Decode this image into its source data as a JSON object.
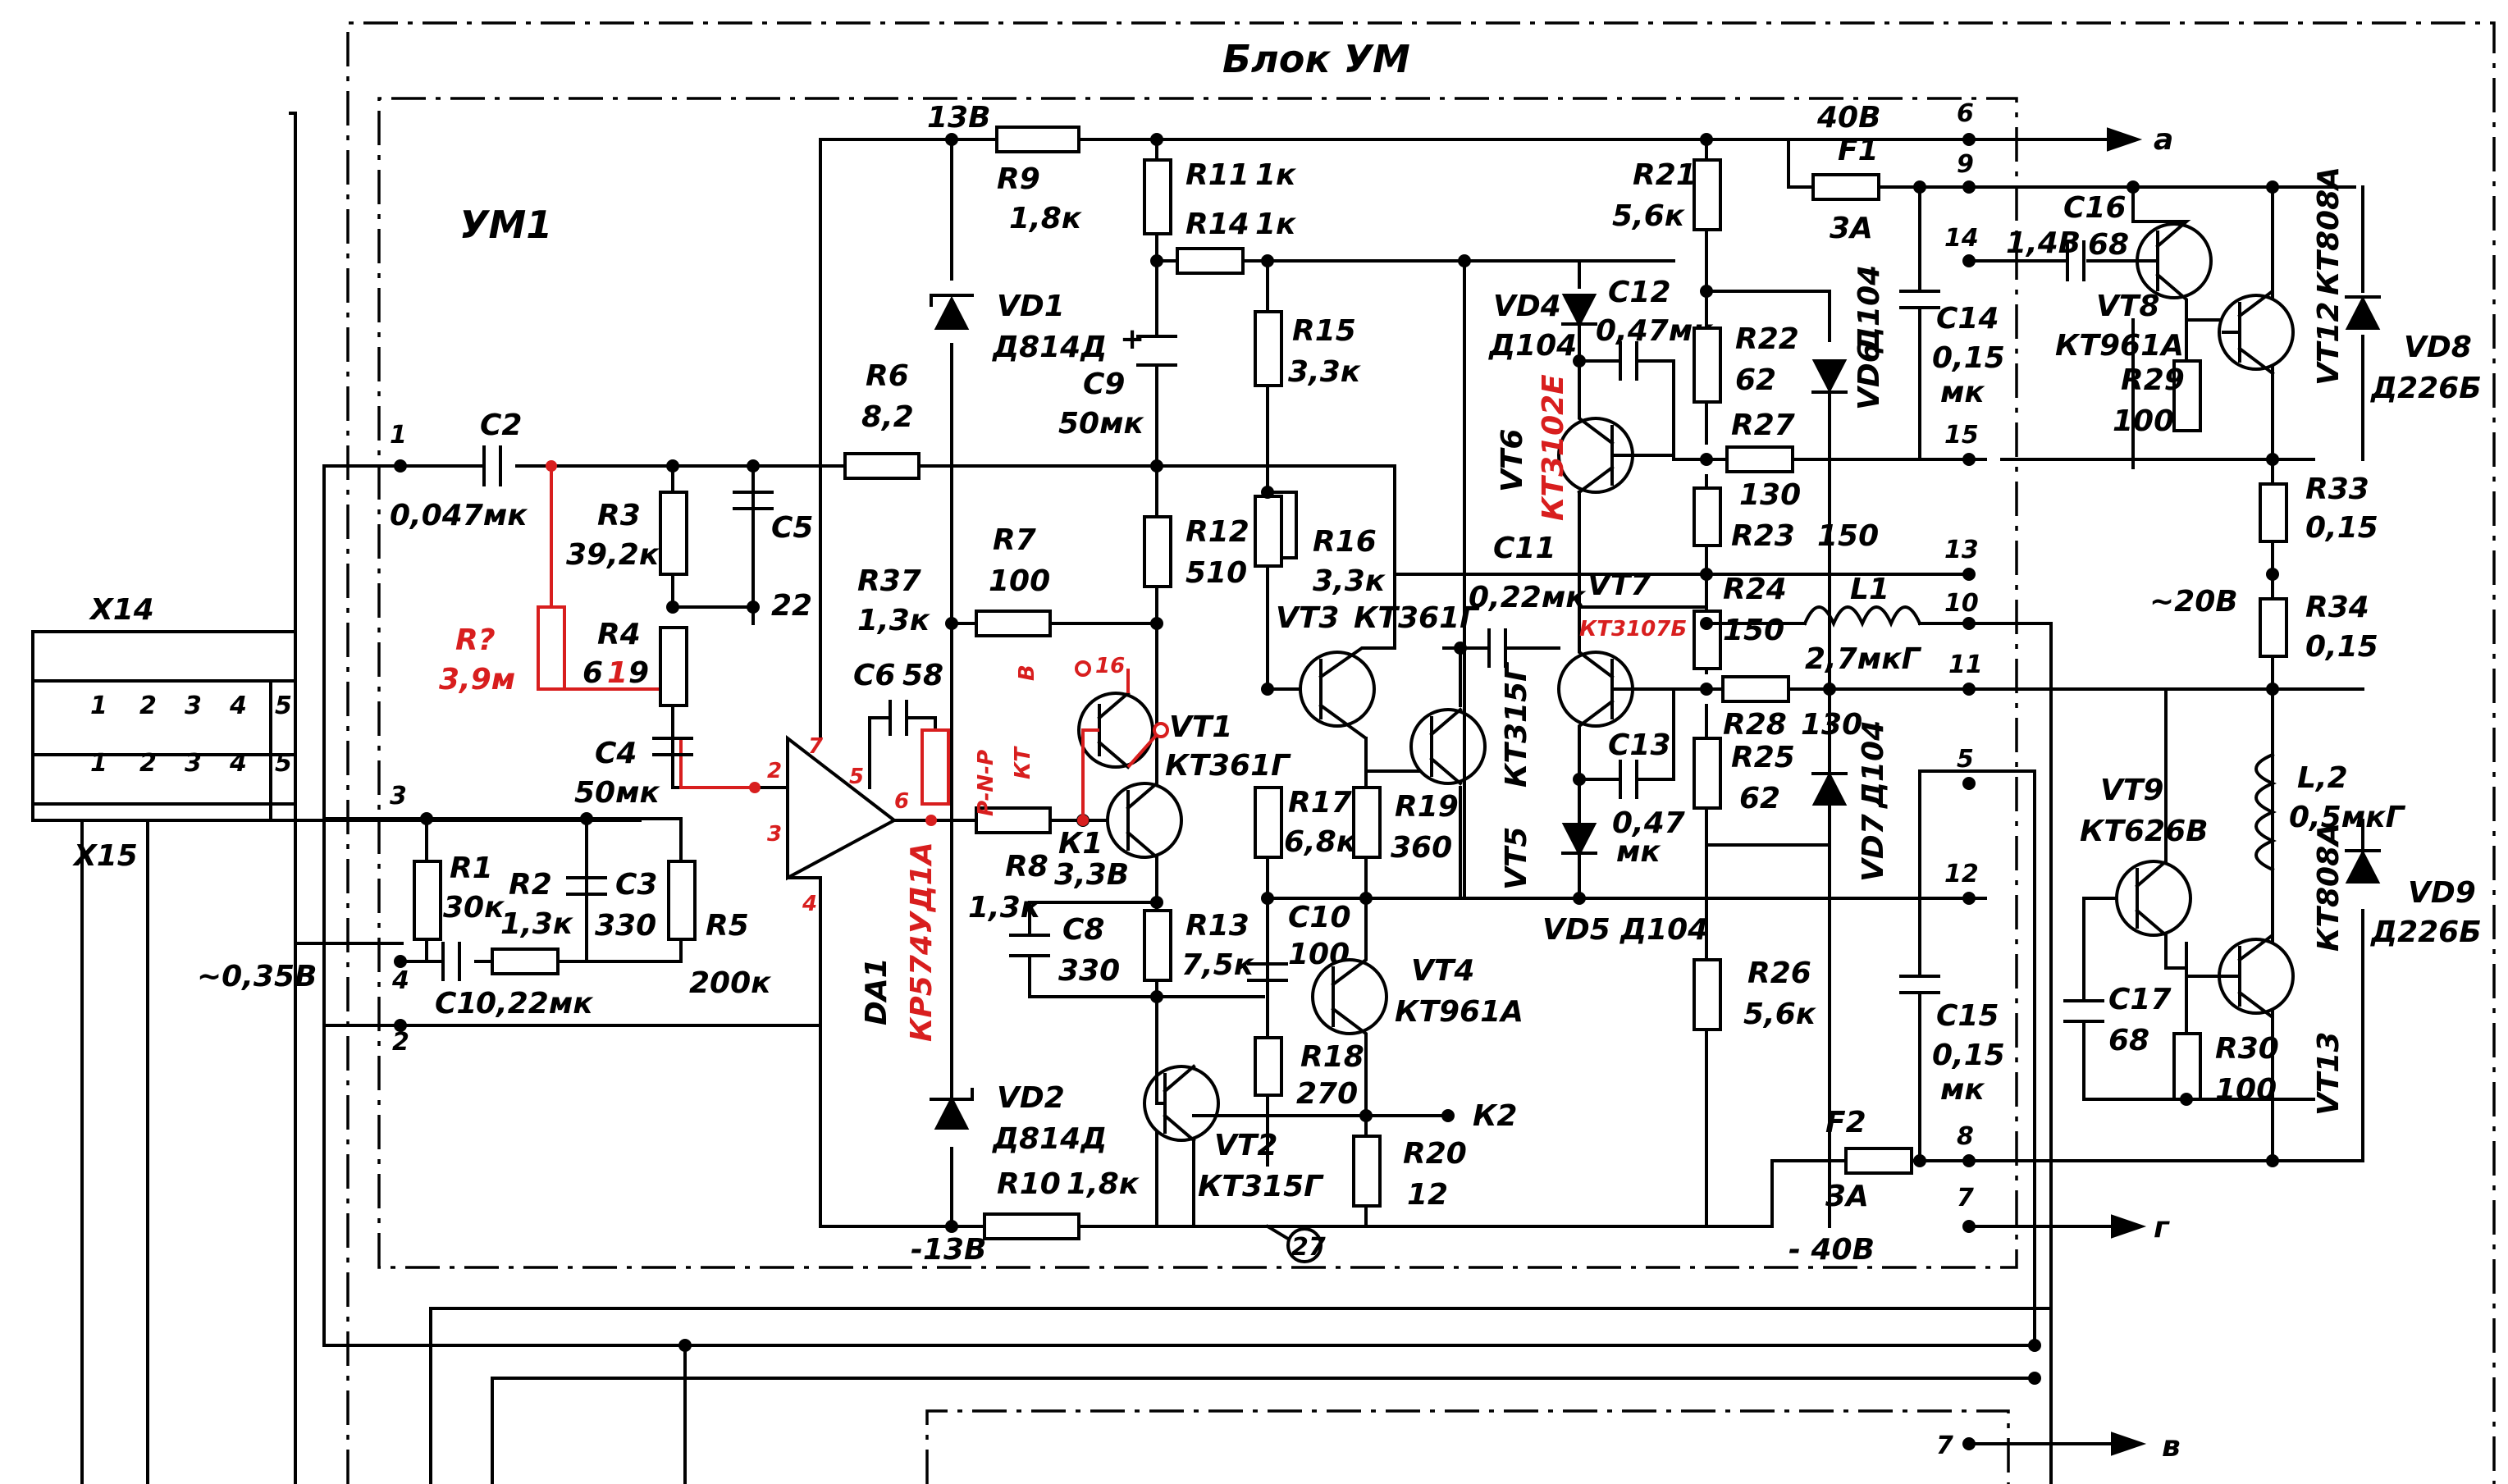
{
  "title": "Блок УМ",
  "module": "УМ1",
  "connectors": {
    "x14": "X14",
    "x15": "X15",
    "pins": [
      "1",
      "2",
      "3",
      "4",
      "5"
    ]
  },
  "inputs": {
    "v035": "~0,35В",
    "n1": "1",
    "n2": "2",
    "n3": "3",
    "n4": "4"
  },
  "rails": {
    "p13": "13В",
    "m13": "-13В",
    "p40": "40В",
    "m40": "- 40В",
    "ac20": "~20В",
    "v148": "1,4В"
  },
  "outputs": {
    "a": "а",
    "g": "г",
    "v": "в",
    "k2": "К2",
    "n27": "27",
    "n7b": "7"
  },
  "pins": {
    "p6": "6",
    "p9": "9",
    "p14": "14",
    "p15": "15",
    "p13": "13",
    "p10": "10",
    "p11": "11",
    "p5": "5",
    "p12": "12",
    "p8": "8",
    "p7": "7"
  },
  "opamp": {
    "name": "DA1",
    "type": "КР574УД1А",
    "in_m": "2",
    "in_p": "3",
    "v_p": "7",
    "v_m": "4",
    "comp": "5",
    "out": "6"
  },
  "added": {
    "name": "R?",
    "value": "3,9м",
    "r4": "6",
    "r4red": "1",
    "r4end": "9",
    "pnp": "P-N-P",
    "kt": "КТ",
    "kt_b": "В",
    "p16": "16"
  },
  "parts": {
    "c2": [
      "C2",
      "0,047мк"
    ],
    "r3": [
      "R3",
      "39,2к"
    ],
    "r4": [
      "R4",
      ""
    ],
    "c5": [
      "C5",
      "22"
    ],
    "c4": [
      "C4",
      "50мк"
    ],
    "r1": [
      "R1",
      "30к"
    ],
    "r2": [
      "R2",
      "1,3к"
    ],
    "c3": [
      "C3",
      "330"
    ],
    "r5": [
      "R5",
      "200к"
    ],
    "c1": [
      "C1",
      "0,22мк"
    ],
    "r6": [
      "R6",
      "8,2"
    ],
    "r9": [
      "R9",
      "1,8к"
    ],
    "vd1": [
      "VD1",
      "Д814Д"
    ],
    "vd2": [
      "VD2",
      "Д814Д"
    ],
    "r10": [
      "R10",
      "1,8к"
    ],
    "r11": [
      "R11",
      "1к"
    ],
    "r14": [
      "R14",
      "1к"
    ],
    "c9": [
      "C9",
      "50мк"
    ],
    "r7": [
      "R7",
      "100"
    ],
    "r37": [
      "R37",
      "1,3к"
    ],
    "c6": [
      "C6",
      "58"
    ],
    "r8": [
      "R8",
      "1,3к"
    ],
    "k1": [
      "К1",
      "3,3В"
    ],
    "vt1": [
      "VT1",
      "КТ361Г"
    ],
    "r12": [
      "R12",
      "510"
    ],
    "r13": [
      "R13",
      "7,5к"
    ],
    "c8": [
      "C8",
      "330"
    ],
    "vt2": [
      "VT2",
      "КТ315Г"
    ],
    "r15": [
      "R15",
      "3,3к"
    ],
    "r16": [
      "R16",
      "3,3к"
    ],
    "vt3": [
      "VT3",
      "КТ361Г"
    ],
    "r17": [
      "R17",
      "6,8к"
    ],
    "r19": [
      "R19",
      "360"
    ],
    "c10": [
      "C10",
      "100"
    ],
    "vt4": [
      "VT4",
      "КТ961А"
    ],
    "r18": [
      "R18",
      "270"
    ],
    "r20": [
      "R20",
      "12"
    ],
    "vt5": [
      "VT5",
      "КТ315Г"
    ],
    "c11": [
      "C11",
      "0,22мк"
    ],
    "vd4": [
      "VD4",
      "Д104"
    ],
    "vd5": [
      "VD5",
      "Д104"
    ],
    "vt6": [
      "VT6",
      "КТ3102Е"
    ],
    "c12": [
      "C12",
      "0,47мк"
    ],
    "r21": [
      "R21",
      "5,6к"
    ],
    "r22": [
      "R22",
      "62"
    ],
    "vd6": [
      "VD6",
      "Д104"
    ],
    "r27": [
      "R27",
      "130"
    ],
    "r23": [
      "R23",
      "150"
    ],
    "vt7": [
      "VT7",
      "КТ3107Б"
    ],
    "r24": [
      "R24",
      "150"
    ],
    "l1": [
      "L1",
      "2,7мкГ"
    ],
    "r28": [
      "R28",
      "130"
    ],
    "r25": [
      "R25",
      "62"
    ],
    "vd7": [
      "VD7",
      "Д104"
    ],
    "c13": [
      "C13",
      "0,47"
    ],
    "c13u": [
      "",
      "мк"
    ],
    "r26": [
      "R26",
      "5,6к"
    ],
    "f1": [
      "F1",
      "3А"
    ],
    "f2": [
      "F2",
      "3А"
    ],
    "c14": [
      "C14",
      "0,15"
    ],
    "c14u": [
      "",
      "мк"
    ],
    "c15": [
      "C15",
      "0,15"
    ],
    "c15u": [
      "",
      "мк"
    ],
    "c16": [
      "C16",
      "68"
    ],
    "vt8": [
      "VT8",
      "КТ961А"
    ],
    "r29": [
      "R29",
      "100"
    ],
    "vt12": [
      "VT12",
      "КТ808А"
    ],
    "vd8": [
      "VD8",
      "Д226Б"
    ],
    "r33": [
      "R33",
      "0,15"
    ],
    "r34": [
      "R34",
      "0,15"
    ],
    "vt9": [
      "VT9",
      "КТ626В"
    ],
    "c17": [
      "C17",
      "68"
    ],
    "r30": [
      "R30",
      "100"
    ],
    "l2": [
      "L,2",
      "0,5мкГ"
    ],
    "vt13": [
      "VT13",
      "КТ808А"
    ],
    "vd9": [
      "VD9",
      "Д226Б"
    ]
  }
}
